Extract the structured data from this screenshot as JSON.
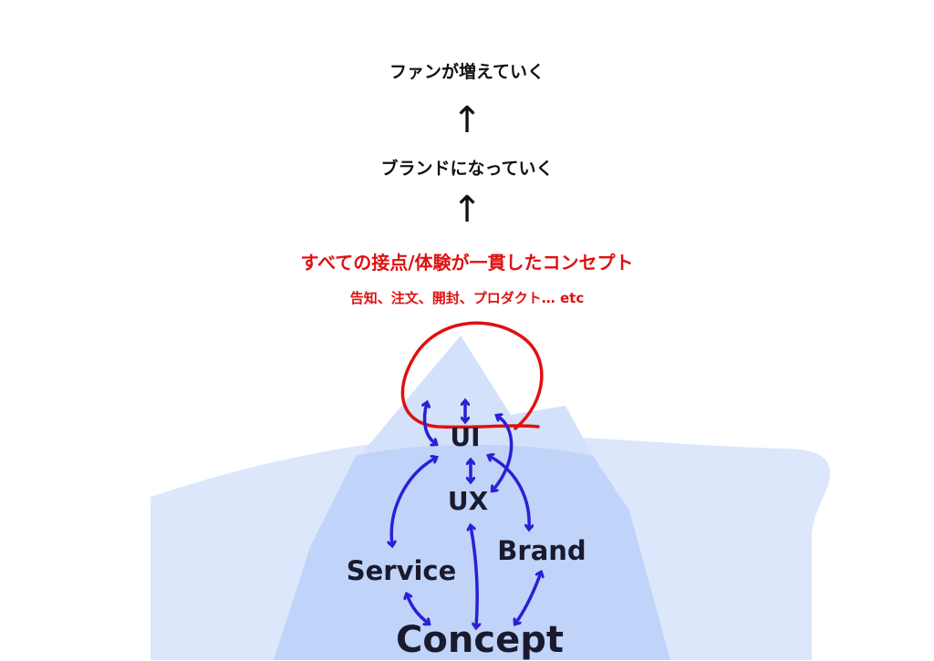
{
  "steps": {
    "fans": "ファンが増えていく",
    "brand_becoming": "ブランドになっていく",
    "arrow": "↑"
  },
  "concept_line": "すべての接点/体験が一貫したコンセプト",
  "examples_line": "告知、注文、開封、プロダクト… etc",
  "nodes": {
    "ui": "UI",
    "ux": "UX",
    "service": "Service",
    "brand": "Brand",
    "concept": "Concept"
  },
  "colors": {
    "ink": "#111111",
    "accent_red": "#e01010",
    "arrow_blue": "#2a1fd6",
    "water": "#dce7fb",
    "iceberg_top": "#cfdffa",
    "iceberg_body": "#bcd2f8"
  }
}
